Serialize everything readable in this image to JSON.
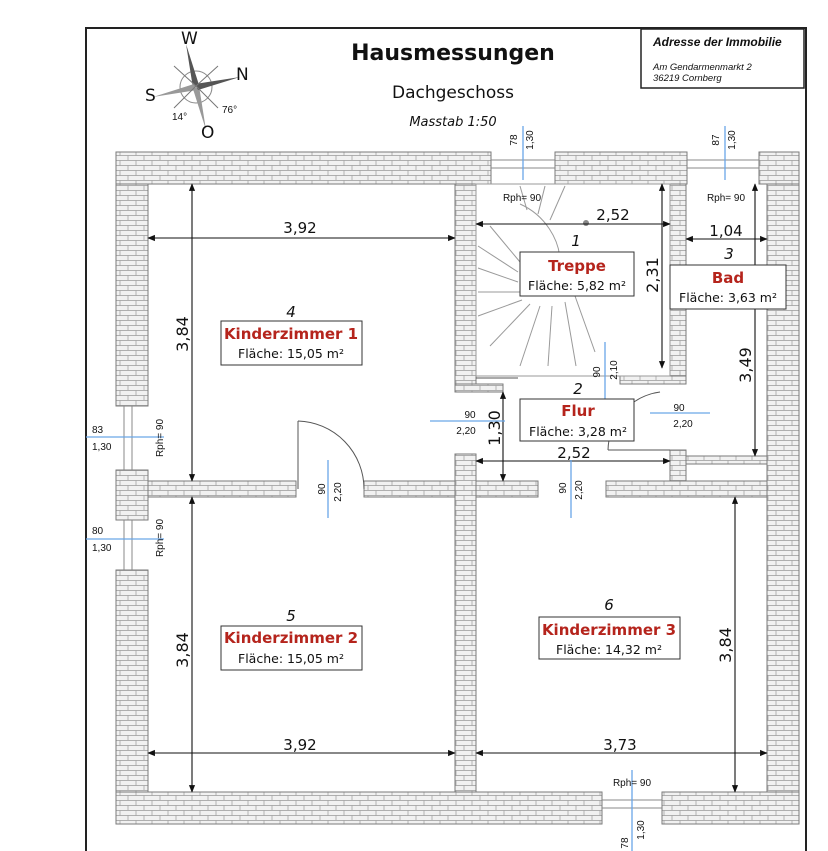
{
  "header": {
    "title": "Hausmessungen",
    "floor": "Dachgeschoss",
    "scale": "Masstab 1:50"
  },
  "address": {
    "label": "Adresse der Immobilie",
    "street": "Am Gendarmenmarkt 2",
    "city": "36219 Cornberg"
  },
  "compass": {
    "north": "N",
    "south": "S",
    "west": "W",
    "east": "O",
    "angle_a": "14°",
    "angle_b": "76°"
  },
  "rooms": [
    {
      "number": "1",
      "name": "Treppe",
      "area": "Fläche: 5,82 m²"
    },
    {
      "number": "2",
      "name": "Flur",
      "area": "Fläche: 3,28 m²"
    },
    {
      "number": "3",
      "name": "Bad",
      "area": "Fläche: 3,63 m²"
    },
    {
      "number": "4",
      "name": "Kinderzimmer 1",
      "area": "Fläche: 15,05 m²"
    },
    {
      "number": "5",
      "name": "Kinderzimmer 2",
      "area": "Fläche: 15,05 m²"
    },
    {
      "number": "6",
      "name": "Kinderzimmer 3",
      "area": "Fläche: 14,32 m²"
    }
  ],
  "dimensions": {
    "kz1_width": "3,92",
    "kz1_depth": "3,84",
    "kz2_width": "3,92",
    "kz2_depth": "3,84",
    "kz3_width": "3,73",
    "kz3_depth": "3,84",
    "stair_width": "2,52",
    "stair_depth": "2,31",
    "bath_width": "1,04",
    "bath_depth": "3,49",
    "hall_width": "2,52",
    "hall_depth": "1,30"
  },
  "openings": {
    "win_top_left_w": "78",
    "win_top_left_h": "1,30",
    "win_top_right_w": "87",
    "win_top_right_h": "1,30",
    "win_left_upper_w": "83",
    "win_left_upper_h": "1,30",
    "win_left_lower_w": "80",
    "win_left_lower_h": "1,30",
    "win_bottom_w": "78",
    "win_bottom_h": "1,30",
    "rph_stair": "Rph= 90",
    "rph_bath": "Rph= 90",
    "rph_left_upper": "Rph= 90",
    "rph_left_lower": "Rph= 90",
    "rph_bottom": "Rph= 90",
    "door_stair_w": "90",
    "door_stair_h": "2,10",
    "door_hall_left_w": "90",
    "door_hall_left_h": "2,20",
    "door_bath_w": "90",
    "door_bath_h": "2,20",
    "door_kz2_w": "90",
    "door_kz2_h": "2,20",
    "door_kz3_w": "90",
    "door_kz3_h": "2,20"
  }
}
